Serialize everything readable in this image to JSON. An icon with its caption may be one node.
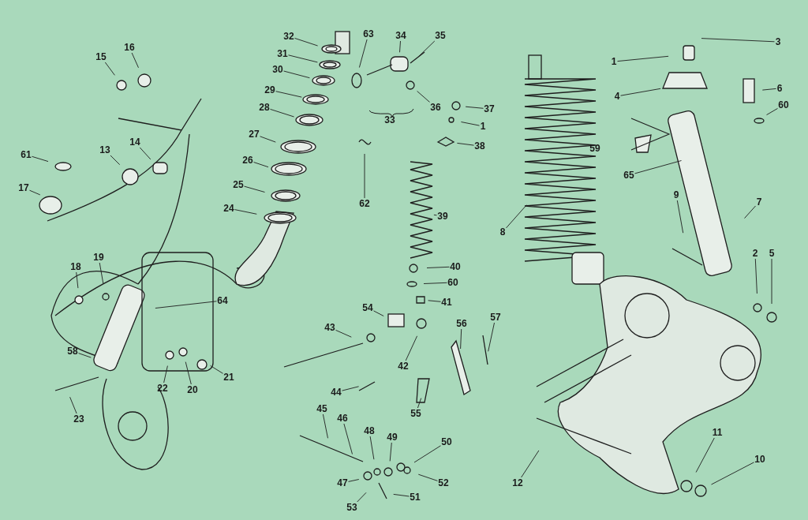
{
  "diagram": {
    "nodes": [
      {
        "text": [
          "15"
        ]
      },
      {
        "text": [
          "16"
        ]
      },
      {
        "text": [
          "61"
        ]
      },
      {
        "text": [
          "13"
        ]
      },
      {
        "text": [
          "14"
        ]
      },
      {
        "text": [
          "17"
        ]
      },
      {
        "text": [
          "18"
        ]
      },
      {
        "text": [
          "19"
        ]
      },
      {
        "text": [
          "32"
        ]
      },
      {
        "text": [
          "31"
        ]
      },
      {
        "text": [
          "30"
        ]
      },
      {
        "text": [
          "29"
        ]
      },
      {
        "text": [
          "28"
        ]
      },
      {
        "text": [
          "27"
        ]
      },
      {
        "text": [
          "26"
        ]
      },
      {
        "text": [
          "25"
        ]
      },
      {
        "text": [
          "24"
        ]
      },
      {
        "text": [
          "63"
        ]
      },
      {
        "text": [
          "34"
        ]
      },
      {
        "text": [
          "35"
        ]
      },
      {
        "text": [
          "36"
        ]
      },
      {
        "text": [
          "37"
        ]
      },
      {
        "text": [
          "1"
        ]
      },
      {
        "text": [
          "38"
        ]
      },
      {
        "text": [
          "62"
        ]
      },
      {
        "text": [
          "39"
        ]
      },
      {
        "text": [
          "40"
        ]
      },
      {
        "text": [
          "60"
        ]
      },
      {
        "text": [
          "41"
        ]
      },
      {
        "text": [
          "54"
        ]
      },
      {
        "text": [
          "43"
        ]
      },
      {
        "text": [
          "42"
        ]
      },
      {
        "text": [
          "56"
        ]
      },
      {
        "text": [
          "57"
        ]
      },
      {
        "text": [
          "8"
        ]
      },
      {
        "text": [
          "3"
        ]
      },
      {
        "text": [
          "1"
        ]
      },
      {
        "text": [
          "4"
        ]
      },
      {
        "text": [
          "6"
        ]
      },
      {
        "text": [
          "60"
        ]
      },
      {
        "text": [
          "65"
        ]
      },
      {
        "text": [
          "7"
        ]
      },
      {
        "text": [
          "9"
        ]
      },
      {
        "text": [
          "2"
        ]
      },
      {
        "text": [
          "5"
        ]
      },
      {
        "text": [
          "64"
        ]
      },
      {
        "text": [
          "58"
        ]
      },
      {
        "text": [
          "22"
        ]
      },
      {
        "text": [
          "20"
        ]
      },
      {
        "text": [
          "21"
        ]
      },
      {
        "text": [
          "23"
        ]
      },
      {
        "text": [
          "44"
        ]
      },
      {
        "text": [
          "55"
        ]
      },
      {
        "text": [
          "45"
        ]
      },
      {
        "text": [
          "46"
        ]
      },
      {
        "text": [
          "48"
        ]
      },
      {
        "text": [
          "49"
        ]
      },
      {
        "text": [
          "50"
        ]
      },
      {
        "text": [
          "47"
        ]
      },
      {
        "text": [
          "53"
        ]
      },
      {
        "text": [
          "51"
        ]
      },
      {
        "text": [
          "52"
        ]
      },
      {
        "text": [
          "12"
        ]
      },
      {
        "text": [
          "11"
        ]
      },
      {
        "text": [
          "10"
        ]
      }
    ],
    "edges": [
      {
        "from": 0,
        "to": null,
        "arrow": "none"
      },
      {
        "from": 1,
        "to": null,
        "arrow": "none"
      },
      {
        "from": 2,
        "to": null,
        "arrow": "none"
      },
      {
        "from": 3,
        "to": null,
        "arrow": "none"
      },
      {
        "from": 4,
        "to": null,
        "arrow": "none"
      },
      {
        "from": 5,
        "to": null,
        "arrow": "none"
      },
      {
        "from": 6,
        "to": null,
        "arrow": "none"
      },
      {
        "from": 7,
        "to": null,
        "arrow": "none"
      },
      {
        "from": 8,
        "to": null,
        "arrow": "none"
      },
      {
        "from": 9,
        "to": null,
        "arrow": "none"
      },
      {
        "from": 10,
        "to": null,
        "arrow": "none"
      },
      {
        "from": 11,
        "to": null,
        "arrow": "none"
      },
      {
        "from": 12,
        "to": null,
        "arrow": "none"
      },
      {
        "from": 13,
        "to": null,
        "arrow": "none"
      },
      {
        "from": 14,
        "to": null,
        "arrow": "none"
      },
      {
        "from": 15,
        "to": null,
        "arrow": "none"
      },
      {
        "from": 16,
        "to": null,
        "arrow": "none"
      },
      {
        "from": 17,
        "to": null,
        "arrow": "none"
      },
      {
        "from": 18,
        "to": null,
        "arrow": "none"
      },
      {
        "from": 19,
        "to": null,
        "arrow": "none"
      },
      {
        "from": 20,
        "to": null,
        "arrow": "none"
      },
      {
        "from": 21,
        "to": null,
        "arrow": "none"
      },
      {
        "from": 22,
        "to": null,
        "arrow": "none"
      },
      {
        "from": 23,
        "to": null,
        "arrow": "none"
      },
      {
        "from": 24,
        "to": null,
        "arrow": "none"
      },
      {
        "from": 25,
        "to": null,
        "arrow": "none"
      },
      {
        "from": 26,
        "to": null,
        "arrow": "none"
      },
      {
        "from": 27,
        "to": null,
        "arrow": "none"
      },
      {
        "from": 28,
        "to": null,
        "arrow": "none"
      },
      {
        "from": 29,
        "to": null,
        "arrow": "none"
      },
      {
        "from": 30,
        "to": null,
        "arrow": "none"
      },
      {
        "from": 31,
        "to": null,
        "arrow": "none"
      },
      {
        "from": 32,
        "to": null,
        "arrow": "none"
      },
      {
        "from": 33,
        "to": null,
        "arrow": "none"
      },
      {
        "from": 34,
        "to": null,
        "arrow": "none"
      },
      {
        "from": 35,
        "to": null,
        "arrow": "none"
      },
      {
        "from": 36,
        "to": null,
        "arrow": "none"
      },
      {
        "from": 37,
        "to": null,
        "arrow": "none"
      },
      {
        "from": 38,
        "to": null,
        "arrow": "none"
      },
      {
        "from": 39,
        "to": null,
        "arrow": "none"
      },
      {
        "from": 40,
        "to": null,
        "arrow": "none"
      },
      {
        "from": 41,
        "to": null,
        "arrow": "none"
      },
      {
        "from": 42,
        "to": null,
        "arrow": "none"
      },
      {
        "from": 43,
        "to": null,
        "arrow": "none"
      },
      {
        "from": 44,
        "to": null,
        "arrow": "none"
      },
      {
        "from": 45,
        "to": null,
        "arrow": "none"
      },
      {
        "from": 46,
        "to": null,
        "arrow": "none"
      },
      {
        "from": 47,
        "to": null,
        "arrow": "none"
      },
      {
        "from": 48,
        "to": null,
        "arrow": "none"
      },
      {
        "from": 49,
        "to": null,
        "arrow": "none"
      },
      {
        "from": 50,
        "to": null,
        "arrow": "none"
      },
      {
        "from": 51,
        "to": null,
        "arrow": "none"
      },
      {
        "from": 52,
        "to": null,
        "arrow": "none"
      },
      {
        "from": 53,
        "to": null,
        "arrow": "none"
      },
      {
        "from": 54,
        "to": null,
        "arrow": "none"
      },
      {
        "from": 55,
        "to": null,
        "arrow": "none"
      },
      {
        "from": 56,
        "to": null,
        "arrow": "none"
      },
      {
        "from": 57,
        "to": null,
        "arrow": "none"
      },
      {
        "from": 58,
        "to": null,
        "arrow": "none"
      },
      {
        "from": 59,
        "to": null,
        "arrow": "none"
      },
      {
        "from": 60,
        "to": null,
        "arrow": "none"
      },
      {
        "from": 61,
        "to": null,
        "arrow": "none"
      },
      {
        "from": 62,
        "to": null,
        "arrow": "none"
      },
      {
        "from": 63,
        "to": null,
        "arrow": "none"
      },
      {
        "from": 64,
        "to": null,
        "arrow": "none"
      }
    ],
    "labels": [
      "33",
      "59"
    ]
  }
}
